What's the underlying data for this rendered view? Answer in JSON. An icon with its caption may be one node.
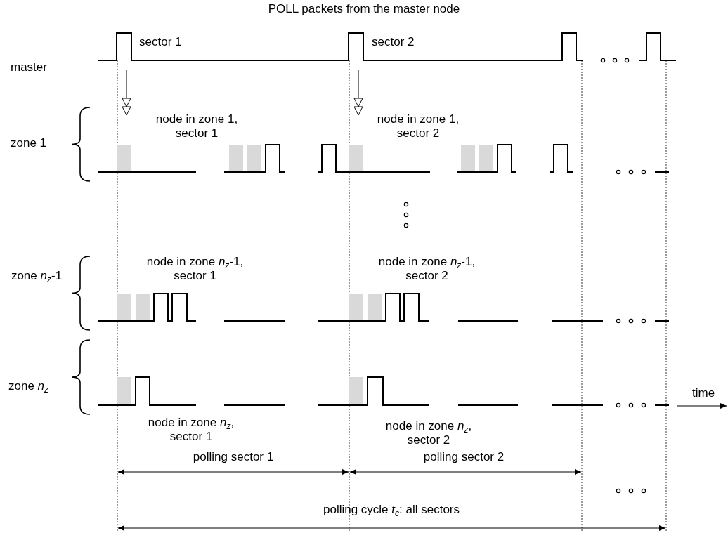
{
  "diagram": {
    "title": "POLL packets from the master node",
    "labels": [
      "master",
      "sector 1",
      "sector 2",
      "zone 1",
      "node in zone 1, sector 1",
      "node in zone 1, sector 2",
      "zone *n*$_{z}$-1",
      "node in zone *n*$_{z}$-1, sector 1",
      "node in zone *n*$_{z}$-1, sector 2",
      "zone *n*$_{z}$",
      "time",
      "node in zone *n*$_{z}$, sector 1",
      "node in zone *n*$_{z}$, sector 2",
      "polling sector 1",
      "polling sector 2",
      "polling cycle *t*$_{c}$: all sectors"
    ]
  }
}
